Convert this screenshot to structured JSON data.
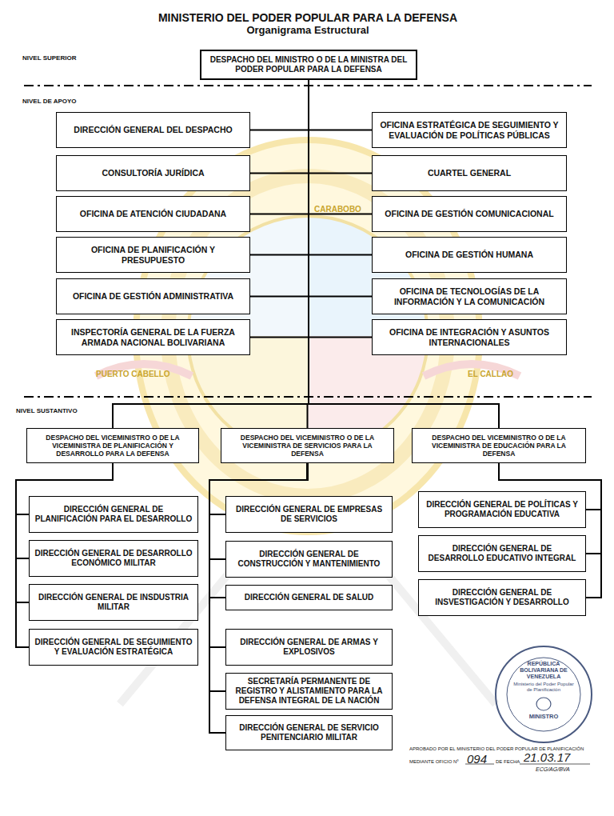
{
  "diagram": {
    "title": "MINISTERIO DEL PODER POPULAR PARA LA DEFENSA",
    "nodes": [
      {
        "text": [
          "DESPACHO DEL MINISTRO O DE LA MINISTRA DEL PODER POPULAR PARA LA DEFENSA"
        ]
      },
      {
        "text": [
          "DIRECCIÓN GENERAL DEL DESPACHO"
        ]
      },
      {
        "text": [
          "OFICINA ESTRATÉGICA DE SEGUIMIENTO Y EVALUACIÓN DE POLÍTICAS PÚBLICAS"
        ]
      },
      {
        "text": [
          "CONSULTORÍA JURÍDICA"
        ]
      },
      {
        "text": [
          "CUARTEL GENERAL"
        ]
      },
      {
        "text": [
          "OFICINA DE ATENCIÓN CIUDADANA"
        ]
      },
      {
        "text": [
          "OFICINA DE GESTIÓN COMUNICACIONAL"
        ]
      },
      {
        "text": [
          "OFICINA DE PLANIFICACIÓN Y PRESUPUESTO"
        ]
      },
      {
        "text": [
          "OFICINA DE GESTIÓN HUMANA"
        ]
      },
      {
        "text": [
          "OFICINA DE GESTIÓN ADMINISTRATIVA"
        ]
      },
      {
        "text": [
          "OFICINA DE TECNOLOGÍAS DE LA INFORMACIÓN Y LA COMUNICACIÓN"
        ]
      },
      {
        "text": [
          "INSPECTORÍA GENERAL DE LA FUERZA ARMADA NACIONAL BOLIVARIANA"
        ]
      },
      {
        "text": [
          "OFICINA DE INTEGRACIÓN Y ASUNTOS INTERNACIONALES"
        ]
      },
      {
        "text": [
          "DESPACHO DEL VICEMINISTRO O DE LA VICEMINISTRA DE PLANIFICACIÓN Y DESARROLLO PARA LA DEFENSA"
        ]
      },
      {
        "text": [
          "DESPACHO DEL VICEMINISTRO O DE LA VICEMINISTRA DE SERVICIOS PARA LA DEFENSA"
        ]
      },
      {
        "text": [
          "DESPACHO DEL VICEMINISTRO O DE LA VICEMINISTRA DE EDUCACIÓN PARA LA DEFENSA"
        ]
      },
      {
        "text": [
          "DIRECCIÓN GENERAL DE PLANIFICACIÓN PARA EL DESARROLLO"
        ]
      },
      {
        "text": [
          "DIRECCIÓN GENERAL DE DESARROLLO ECONÓMICO MILITAR"
        ]
      },
      {
        "text": [
          "DIRECCIÓN GENERAL DE INSDUSTRIA MILITAR"
        ]
      },
      {
        "text": [
          "DIRECCIÓN GENERAL DE SEGUIMIENTO Y EVALUACIÓN ESTRATÉGICA"
        ]
      },
      {
        "text": [
          "DIRECCIÓN GENERAL DE EMPRESAS DE SERVICIOS"
        ]
      },
      {
        "text": [
          "DIRECCIÓN GENERAL DE CONSTRUCCIÓN Y MANTENIMIENTO"
        ]
      },
      {
        "text": [
          "DIRECCIÓN GENERAL DE SALUD"
        ]
      },
      {
        "text": [
          "DIRECCIÓN GENERAL DE ARMAS Y EXPLOSIVOS"
        ]
      },
      {
        "text": [
          "SECRETARÍA PERMANENTE DE REGISTRO Y ALISTAMIENTO PARA LA DEFENSA INTEGRAL DE LA NACIÓN"
        ]
      },
      {
        "text": [
          "DIRECCIÓN GENERAL DE SERVICIO PENITENCIARIO MILITAR"
        ]
      },
      {
        "text": [
          "DIRECCIÓN GENERAL DE POLÍTICAS Y PROGRAMACIÓN EDUCATIVA"
        ]
      },
      {
        "text": [
          "DIRECCIÓN GENERAL DE DESARROLLO EDUCATIVO INTEGRAL"
        ]
      },
      {
        "text": [
          "DIRECCIÓN GENERAL DE INSVESTIGACIÓN Y DESARROLLO"
        ]
      }
    ],
    "edges": [
      {
        "from": 0,
        "to": 1,
        "arrow": "none"
      },
      {
        "from": 0,
        "to": 2,
        "arrow": "none"
      },
      {
        "from": 0,
        "to": 3,
        "arrow": "none"
      },
      {
        "from": 0,
        "to": 4,
        "arrow": "none"
      },
      {
        "from": 0,
        "to": 5,
        "arrow": "none"
      },
      {
        "from": 0,
        "to": 6,
        "arrow": "none"
      },
      {
        "from": 0,
        "to": 7,
        "arrow": "none"
      },
      {
        "from": 0,
        "to": 8,
        "arrow": "none"
      },
      {
        "from": 0,
        "to": 9,
        "arrow": "none"
      },
      {
        "from": 0,
        "to": 10,
        "arrow": "none"
      },
      {
        "from": 0,
        "to": 11,
        "arrow": "none"
      },
      {
        "from": 0,
        "to": 12,
        "arrow": "none"
      },
      {
        "from": 0,
        "to": 13,
        "arrow": "none"
      },
      {
        "from": 0,
        "to": 14,
        "arrow": "none"
      },
      {
        "from": 0,
        "to": 15,
        "arrow": "none"
      },
      {
        "from": 13,
        "to": 16,
        "arrow": "none"
      },
      {
        "from": 13,
        "to": 17,
        "arrow": "none"
      },
      {
        "from": 13,
        "to": 18,
        "arrow": "none"
      },
      {
        "from": 13,
        "to": 19,
        "arrow": "none"
      },
      {
        "from": 14,
        "to": 20,
        "arrow": "none"
      },
      {
        "from": 14,
        "to": 21,
        "arrow": "none"
      },
      {
        "from": 14,
        "to": 22,
        "arrow": "none"
      },
      {
        "from": 14,
        "to": 23,
        "arrow": "none"
      },
      {
        "from": 14,
        "to": 24,
        "arrow": "none"
      },
      {
        "from": 14,
        "to": 25,
        "arrow": "none"
      },
      {
        "from": 15,
        "to": 26,
        "arrow": "none"
      },
      {
        "from": 15,
        "to": 27,
        "arrow": "none"
      },
      {
        "from": 15,
        "to": 28,
        "arrow": "none"
      }
    ],
    "labels": [
      "Organigrama Estructural",
      "NIVEL SUPERIOR",
      "NIVEL DE APOYO",
      "NIVEL SUSTANTIVO",
      "CARABOBO",
      "PUERTO CABELLO",
      "EL CALLAO",
      "REPÚBLICA BOLIVARIANA DE VENEZUELA",
      "Ministerio del Poder Popular de Planificación",
      "MINISTRO",
      "APROBADO POR EL MINISTERIO DEL PODER POPULAR DE PLANIFICACIÓN",
      "MEDIANTE OFICIO Nº",
      "094",
      "DE FECHA",
      "21.03.17",
      "ECG/AG/BVA"
    ]
  }
}
